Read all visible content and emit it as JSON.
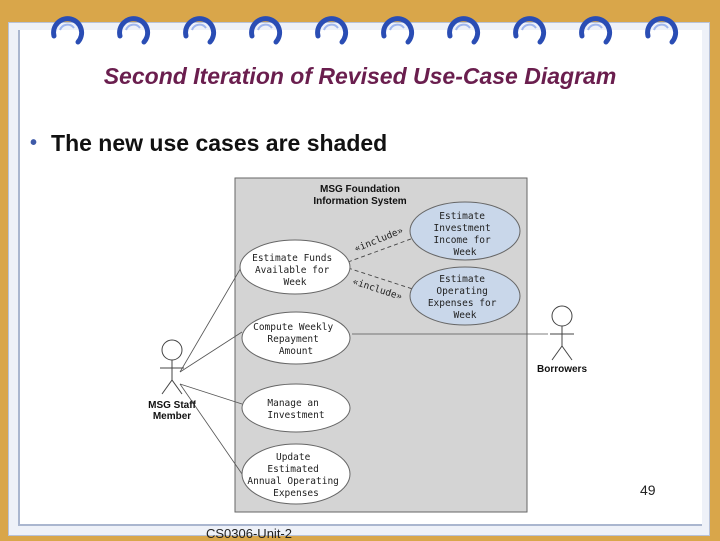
{
  "slide": {
    "title": "Second Iteration of Revised Use-Case Diagram",
    "bullet": "The new use cases are shaded",
    "slide_number": "49",
    "footer": "CS0306-Unit-2"
  },
  "diagram": {
    "system_name_line1": "MSG Foundation",
    "system_name_line2": "Information System",
    "actors": {
      "staff_line1": "MSG Staff",
      "staff_line2": "Member",
      "borrowers": "Borrowers"
    },
    "use_cases": {
      "estimate_funds": [
        "Estimate Funds",
        "Available for",
        "Week"
      ],
      "compute_repayment": [
        "Compute Weekly",
        "Repayment",
        "Amount"
      ],
      "manage_investment": [
        "Manage an",
        "Investment"
      ],
      "update_expenses": [
        "Update",
        "Estimated",
        "Annual Operating",
        "Expenses"
      ],
      "estimate_income": [
        "Estimate",
        "Investment",
        "Income for",
        "Week"
      ],
      "estimate_operating": [
        "Estimate",
        "Operating",
        "Expenses for",
        "Week"
      ]
    },
    "include_label": "«include»",
    "shaded_color": "#c9d7ea",
    "system_box_color": "#d4d4d4"
  }
}
